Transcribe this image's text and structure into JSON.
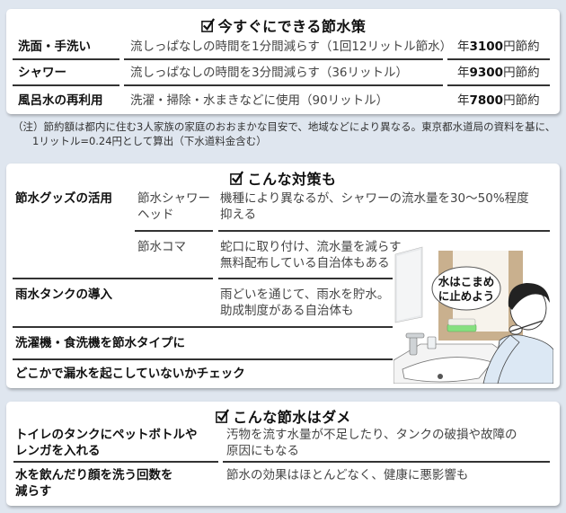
{
  "panel1": {
    "title": "今すぐにできる節水策",
    "rows": [
      {
        "item": "洗面・手洗い",
        "action": "流しっぱなしの時間を1分間減らす（1回12リットル節水）",
        "amount_prefix": "年",
        "amount_value": "3100",
        "amount_suffix": "円節約"
      },
      {
        "item": "シャワー",
        "action": "流しっぱなしの時間を3分間減らす（36リットル）",
        "amount_prefix": "年",
        "amount_value": "9300",
        "amount_suffix": "円節約"
      },
      {
        "item": "風呂水の再利用",
        "action": "洗濯・掃除・水まきなどに使用（90リットル）",
        "amount_prefix": "年",
        "amount_value": "7800",
        "amount_suffix": "円節約"
      }
    ]
  },
  "note": {
    "line1": "（注）節約額は都内に住む3人家族の家庭のおおまかな目安で、地域などにより異なる。東京都水道局の資料を基に、",
    "line2": "1リットル=0.24円として算出（下水道料金含む）"
  },
  "panel2": {
    "title": "こんな対策も",
    "rows": [
      {
        "category": "節水グッズの活用",
        "sub": "節水シャワーヘッド",
        "sub_line1": "節水シャワー",
        "sub_line2": "ヘッド",
        "desc_line1": "機種により異なるが、シャワーの流水量を30～50%程度",
        "desc_line2": "抑える"
      },
      {
        "category": "",
        "sub": "節水コマ",
        "desc_line1": "蛇口に取り付け、流水量を減らす",
        "desc_line2": "無料配布している自治体もある"
      },
      {
        "category": "雨水タンクの導入",
        "sub": "",
        "desc_line1": "雨どいを通じて、雨水を貯水。",
        "desc_line2": "助成制度がある自治体も"
      },
      {
        "category": "洗濯機・食洗機を節水タイプに"
      },
      {
        "category": "どこかで漏水を起こしていないかチェック"
      }
    ],
    "illustration": {
      "bubble_line1": "水はこまめ",
      "bubble_line2": "に止めよう"
    }
  },
  "panel3": {
    "title": "こんな節水はダメ",
    "rows": [
      {
        "item_line1": "トイレのタンクにペットボトルや",
        "item_line2": "レンガを入れる",
        "reason_line1": "汚物を流す水量が不足したり、タンクの破損や故障の",
        "reason_line2": "原因にもなる"
      },
      {
        "item_line1": "水を飲んだり顔を洗う回数を",
        "item_line2": "減らす",
        "reason_line1": "節水の効果はほとんどなく、健康に悪影響も",
        "reason_line2": ""
      }
    ]
  },
  "colors": {
    "background": "#dfe6ef",
    "panel": "#ffffff",
    "rule": "#333333",
    "shelf_wood": "#c4ab8a",
    "towel_green": "#7fe07a",
    "shirt_blue": "#dce8f4"
  }
}
